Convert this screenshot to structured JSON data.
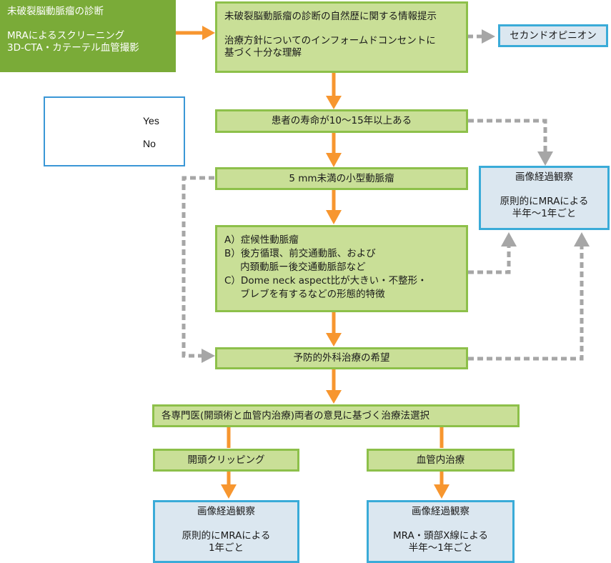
{
  "colors": {
    "yes_arrow": "#f7962f",
    "no_arrow": "#a6a6a6",
    "step_fill": "#c9df97",
    "step_border": "#8dc04a",
    "start_fill": "#7aab38",
    "outcome_fill": "#dbe7f0",
    "outcome_border": "#3aabd8"
  },
  "legend": {
    "yes": "Yes",
    "no": "No"
  },
  "start": {
    "title": "未破裂脳動脈瘤の診断",
    "lines": [
      "MRAによるスクリーニング",
      "3D-CTA・カテーテル血管撮影"
    ]
  },
  "info": {
    "line1": "未破裂脳動脈瘤の診断の自然歴に関する情報提示",
    "line2": "治療方針についてのインフォームドコンセントに",
    "line3": "基づく十分な理解"
  },
  "second_opinion": "セカンドオピニオン",
  "life_expectancy": "患者の寿命が10〜15年以上ある",
  "small_aneurysm": "5 mm未満の小型動脈瘤",
  "criteria": {
    "a": "A）症候性動脈瘤",
    "b1": "B）後方循環、前交通動脈、および",
    "b2": "　  内頚動脈ー後交通動脈部など",
    "c1": "C）Dome neck aspect比が大きい・不整形・",
    "c2": "　  ブレブを有するなどの形態的特徴"
  },
  "observation_top": {
    "title": "画像経過観察",
    "line1": "原則的にMRAによる",
    "line2": "半年〜1年ごと"
  },
  "preventive_wish": "予防的外科治療の希望",
  "specialist_choice": "各専門医(開頭術と血管内治療)両者の意見に基づく治療法選択",
  "clipping": "開頭クリッピング",
  "endovascular": "血管内治療",
  "observation_clipping": {
    "title": "画像経過観察",
    "line1": "原則的にMRAによる",
    "line2": "1年ごと"
  },
  "observation_endovascular": {
    "title": "画像経過観察",
    "line1": "MRA・頭部X線による",
    "line2": "半年〜1年ごと"
  }
}
